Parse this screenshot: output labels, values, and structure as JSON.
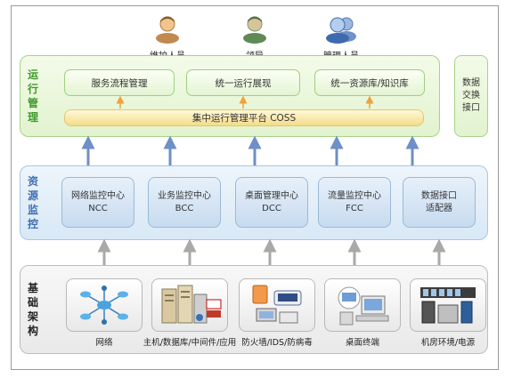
{
  "users": [
    {
      "label": "维护人员",
      "icon": "maintainer-icon"
    },
    {
      "label": "领导",
      "icon": "leader-icon"
    },
    {
      "label": "管理人员",
      "icon": "manager-icon"
    }
  ],
  "ops": {
    "side": [
      "运",
      "行",
      "管",
      "理"
    ],
    "boxes": [
      "服务流程管理",
      "统一运行展现",
      "统一资源库/知识库"
    ],
    "platform": "集中运行管理平台  COSS",
    "exchange": [
      "数据",
      "交换",
      "接口"
    ]
  },
  "monitor": {
    "side": [
      "资",
      "源",
      "监",
      "控"
    ],
    "boxes": [
      {
        "line1": "网络监控中心",
        "line2": "NCC"
      },
      {
        "line1": "业务监控中心",
        "line2": "BCC"
      },
      {
        "line1": "桌面管理中心",
        "line2": "DCC"
      },
      {
        "line1": "流量监控中心",
        "line2": "FCC"
      },
      {
        "line1": "数据接口",
        "line2": "适配器"
      }
    ]
  },
  "infra": {
    "side": [
      "基",
      "础",
      "架",
      "构"
    ],
    "items": [
      {
        "label": "网络",
        "icon": "network-icon"
      },
      {
        "label": "主机/数据库/中间件/应用",
        "icon": "servers-icon"
      },
      {
        "label": "防火墙/IDS/防病毒",
        "icon": "firewall-ids-icon"
      },
      {
        "label": "桌面终端",
        "icon": "desktop-terminal-icon"
      },
      {
        "label": "机房环境/电源",
        "icon": "datacenter-icon"
      }
    ]
  },
  "colors": {
    "ops_text": "#3f9a2a",
    "monitor_text": "#3f6fb3",
    "infra_text": "#222222",
    "arrow_orange": "#f0a23a",
    "arrow_blue": "#6e8fc7",
    "arrow_gray": "#a9a9a9"
  }
}
